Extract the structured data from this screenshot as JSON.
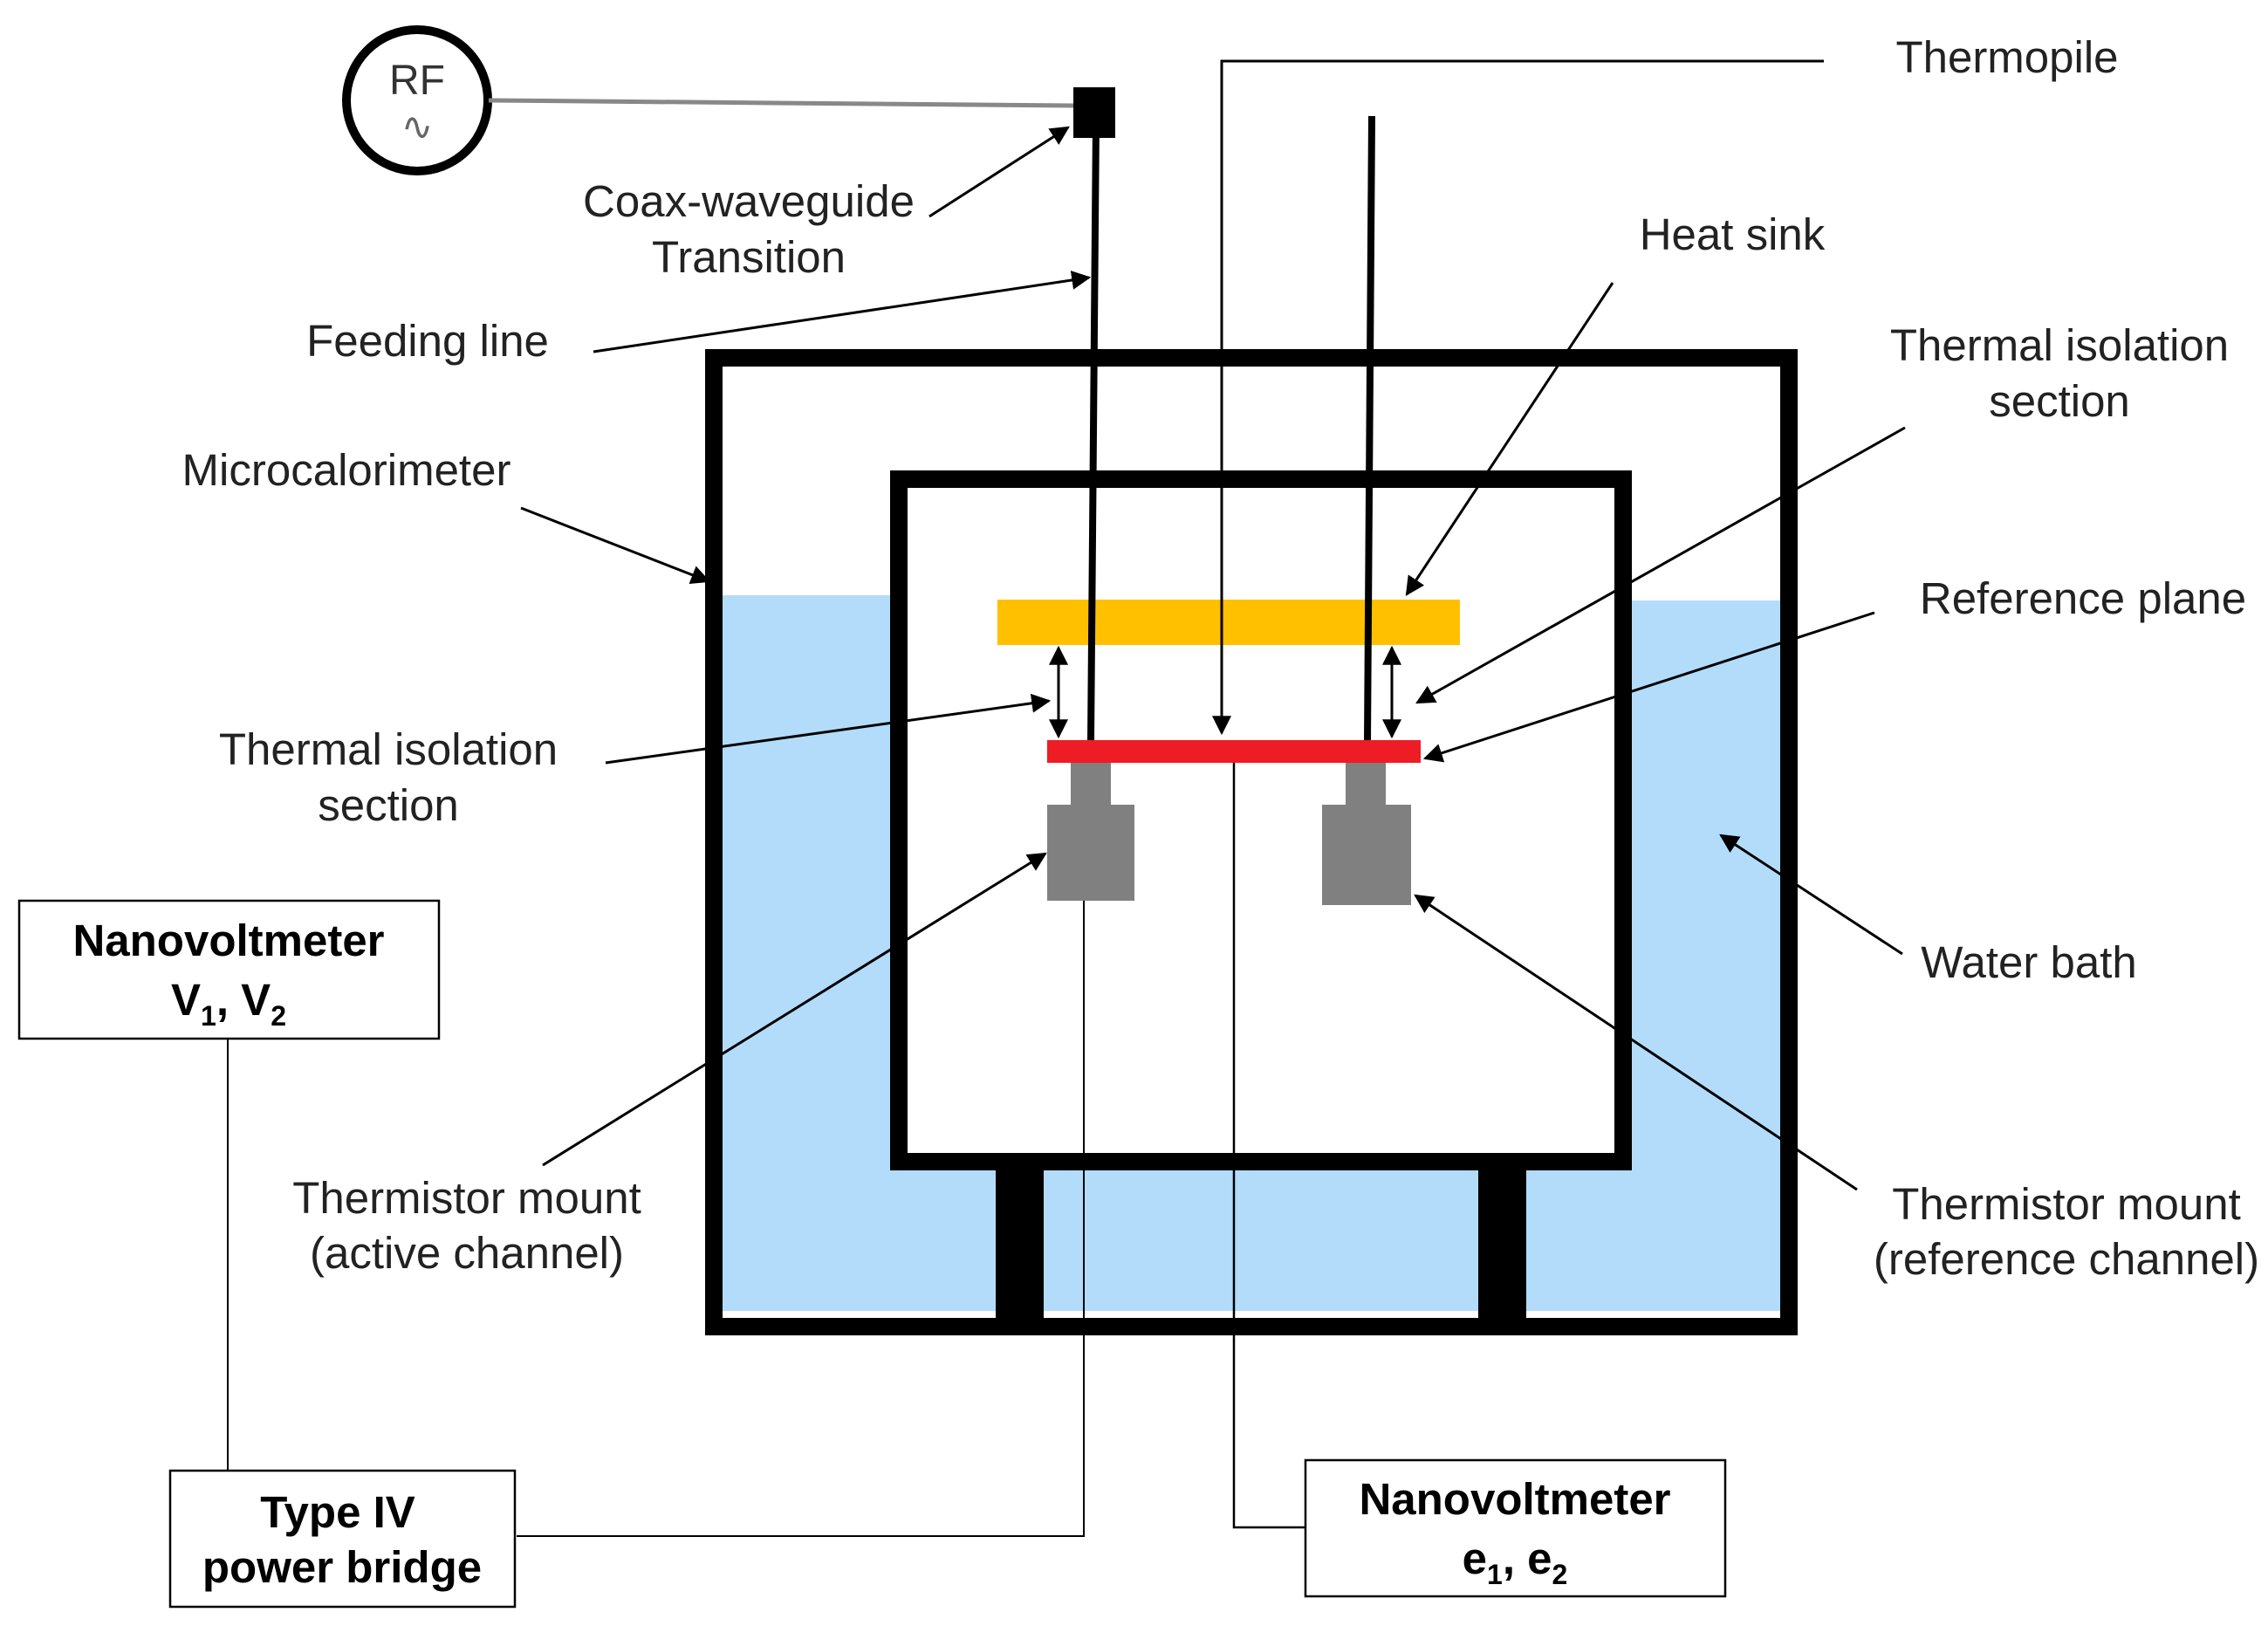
{
  "rf_source": {
    "label": "RF",
    "symbol": "∿"
  },
  "labels": {
    "thermopile": "Thermopile",
    "coax_line1": "Coax-waveguide",
    "coax_line2": "Transition",
    "heat_sink": "Heat sink",
    "feeding_line": "Feeding line",
    "thermal_isolation_right_line1": "Thermal isolation",
    "thermal_isolation_right_line2": "section",
    "microcalorimeter": "Microcalorimeter",
    "reference_plane": "Reference plane",
    "thermal_isolation_left_line1": "Thermal isolation",
    "thermal_isolation_left_line2": "section",
    "water_bath": "Water bath",
    "thermistor_active_line1": "Thermistor mount",
    "thermistor_active_line2": "(active channel)",
    "thermistor_reference_line1": "Thermistor mount",
    "thermistor_reference_line2": "(reference channel)"
  },
  "boxes": {
    "nanovoltmeter_v": {
      "title": "Nanovoltmeter",
      "var1": "V",
      "sub1": "1",
      "sep": ", ",
      "var2": "V",
      "sub2": "2"
    },
    "power_bridge": {
      "line1": "Type IV",
      "line2": "power bridge"
    },
    "nanovoltmeter_e": {
      "title": "Nanovoltmeter",
      "var1": "e",
      "sub1": "1",
      "sep": ", ",
      "var2": "e",
      "sub2": "2"
    }
  },
  "colors": {
    "water": "#b3dcfb",
    "heat_sink": "#ffc000",
    "reference_plane": "#ee1c25",
    "thermistor": "#808080",
    "wall": "#000000"
  }
}
